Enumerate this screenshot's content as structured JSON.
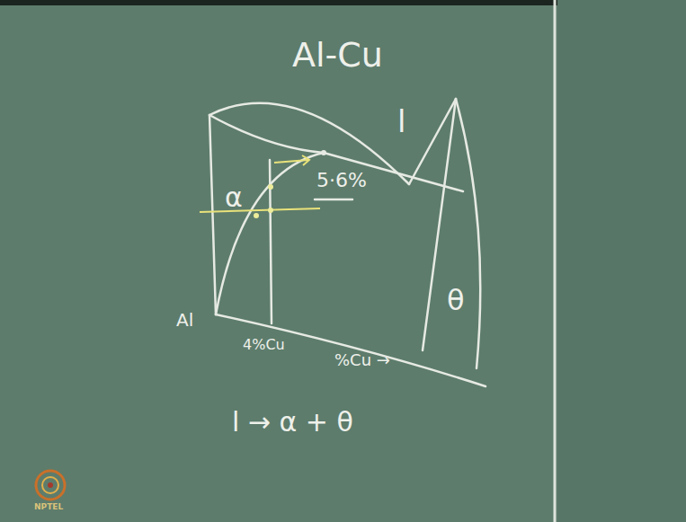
{
  "diagram": {
    "title": "Al-Cu",
    "labels": [
      "l",
      "α",
      "5·6%",
      "θ",
      "Al",
      "4%Cu",
      "%Cu →",
      "l → α + θ",
      "NPTEL"
    ]
  }
}
